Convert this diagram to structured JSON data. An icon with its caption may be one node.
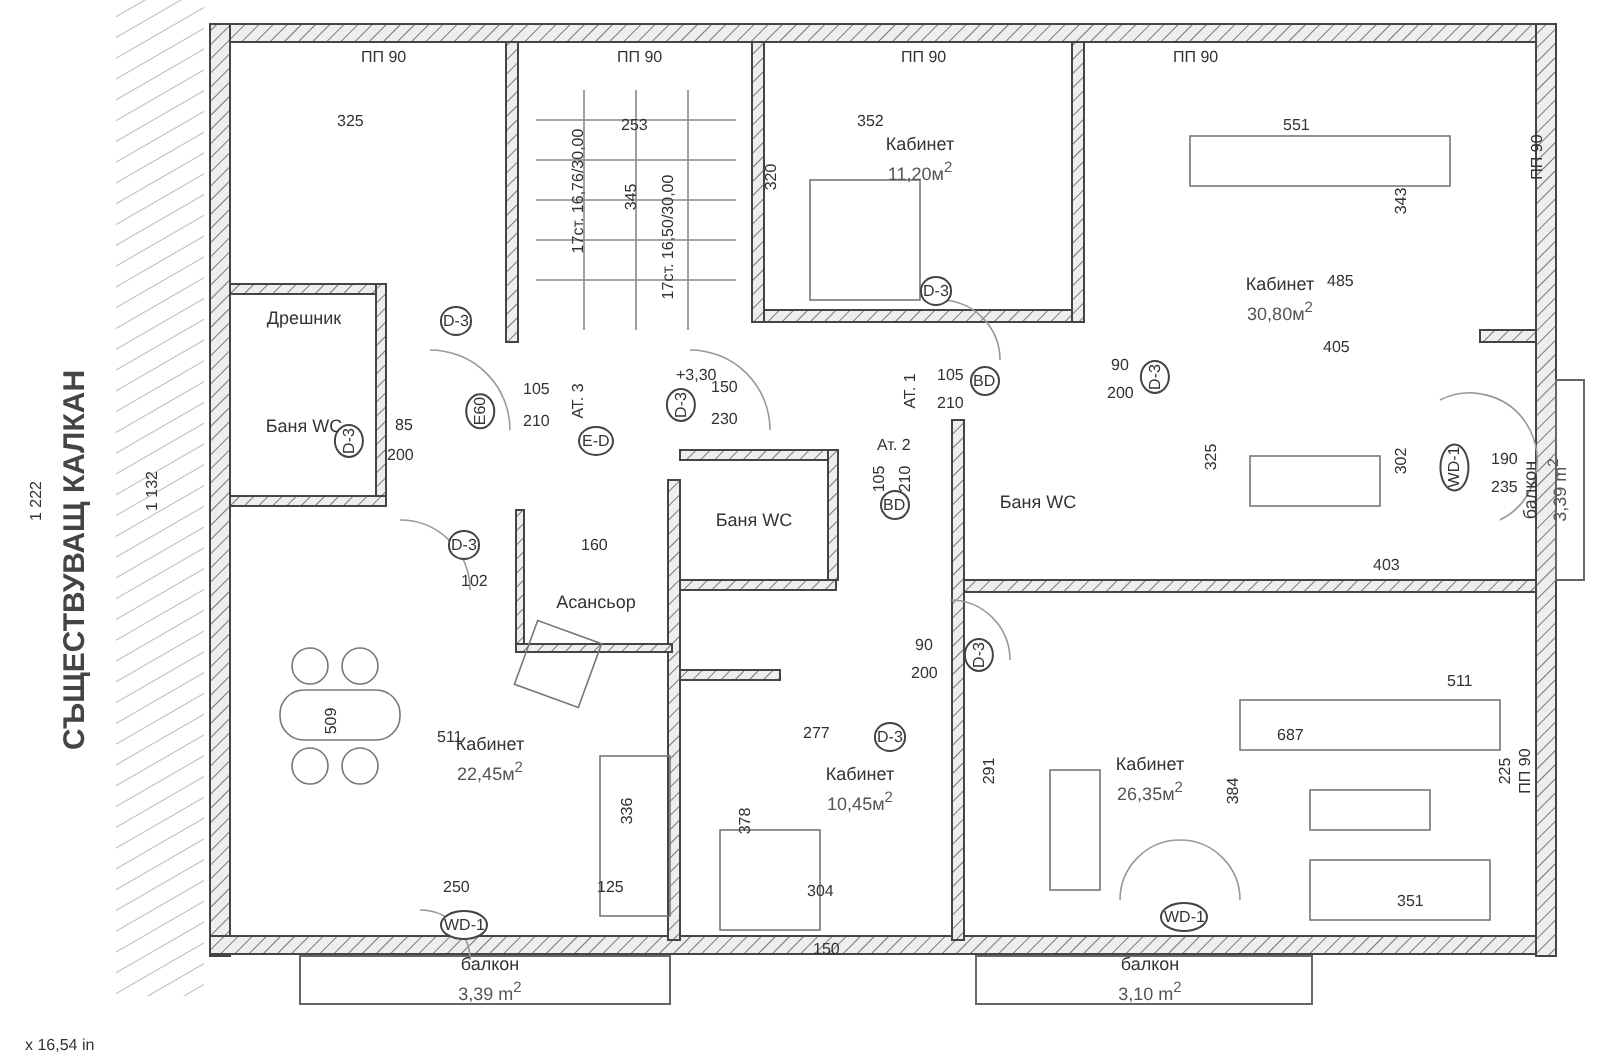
{
  "diagram": {
    "nodes": [
      {
        "text": [
          "Дрешник"
        ]
      },
      {
        "text": [
          "Баня WC"
        ]
      },
      {
        "text": [
          "Асансьор"
        ]
      },
      {
        "text": [
          "Баня WC"
        ]
      },
      {
        "text": [
          "Баня WC"
        ]
      },
      {
        "text": [
          "Кабинет",
          "11,20м$^{2}$"
        ]
      },
      {
        "text": [
          "Кабинет",
          "30,80м$^{2}$"
        ]
      },
      {
        "text": [
          "Кабинет",
          "22,45м$^{2}$"
        ]
      },
      {
        "text": [
          "Кабинет",
          "10,45м$^{2}$"
        ]
      },
      {
        "text": [
          "Кабинет",
          "26,35м$^{2}$"
        ]
      },
      {
        "text": [
          "балкон",
          "3,39 m$^{2}$"
        ]
      },
      {
        "text": [
          "балкон",
          "3,10 m$^{2}$"
        ]
      },
      {
        "text": [
          "балкон",
          "3,39 m$^{2}$"
        ]
      }
    ],
    "labels": [
      "1 222",
      "1 132",
      "СЪЩЕСТВУВАЩ КАЛКАН",
      "ПП 90",
      "ПП 90",
      "ПП 90",
      "ПП 90",
      "ПП 90",
      "ПП 90",
      "325",
      "253",
      "345",
      "320",
      "17ст. 16,76/30,00",
      "17ст. 16,50/30,00",
      "352",
      "551",
      "343",
      "485",
      "405",
      "325",
      "302",
      "D-3",
      "E60",
      "105",
      "210",
      "АТ. 3",
      "E-D",
      "+3,30",
      "150",
      "230",
      "D-3",
      "D-3",
      "85",
      "200",
      "D-3",
      "АТ. 1",
      "105",
      "210",
      "BD",
      "Ат. 2",
      "105",
      "210",
      "BD",
      "90",
      "200",
      "D-3",
      "WD-1",
      "190",
      "235",
      "D-3",
      "102",
      "160",
      "511",
      "509",
      "336",
      "250",
      "125",
      "WD-1",
      "D-3",
      "90",
      "200",
      "277",
      "D-3",
      "378",
      "304",
      "150",
      "291",
      "384",
      "687",
      "511",
      "225",
      "351",
      "WD-1",
      "403",
      "x 16,54 in"
    ]
  }
}
